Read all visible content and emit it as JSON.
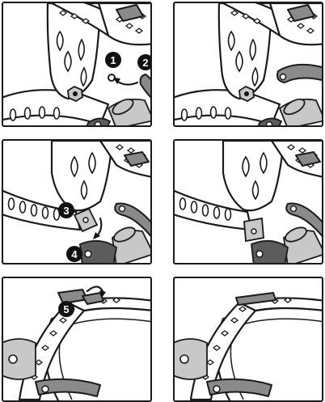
{
  "steps": [
    {
      "panel": 1,
      "markers": [
        "1",
        "2"
      ]
    },
    {
      "panel": 2,
      "markers": []
    },
    {
      "panel": 3,
      "markers": [
        "3",
        "4"
      ]
    },
    {
      "panel": 4,
      "markers": []
    },
    {
      "panel": 5,
      "markers": [
        "5"
      ]
    },
    {
      "panel": 6,
      "markers": []
    }
  ],
  "colors": {
    "line": "#1a1a1a",
    "lever_grey": "#8a8a8a",
    "background": "#ffffff"
  }
}
